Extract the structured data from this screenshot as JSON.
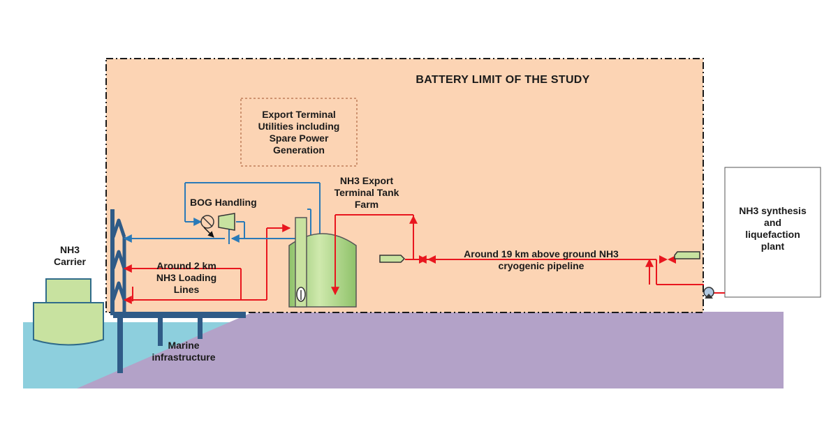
{
  "title": "BATTERY LIMIT OF THE STUDY",
  "utilities_box": [
    "Export Terminal",
    "Utilities including",
    "Spare Power",
    "Generation"
  ],
  "bog_handling": "BOG Handling",
  "tank_farm": [
    "NH3 Export",
    "Terminal Tank",
    "Farm"
  ],
  "carrier": [
    "NH3",
    "Carrier"
  ],
  "loading_lines": [
    "Around 2 km",
    "NH3 Loading",
    "Lines"
  ],
  "pipeline": [
    "Around 19 km above ground  NH3",
    "cryogenic pipeline"
  ],
  "synthesis_plant": [
    "NH3 synthesis",
    "and",
    "liquefaction",
    "plant"
  ],
  "marine": [
    "Marine",
    "infrastructure"
  ],
  "colors": {
    "study_area": "#fcd4b4",
    "ground": "#b3a2c8",
    "sea": "#8dcfdd",
    "ammonia_line": "#e8161e",
    "bog_line": "#2a7ab8",
    "tank_fill": "#b8dc8e",
    "structure": "#2f5b87"
  }
}
